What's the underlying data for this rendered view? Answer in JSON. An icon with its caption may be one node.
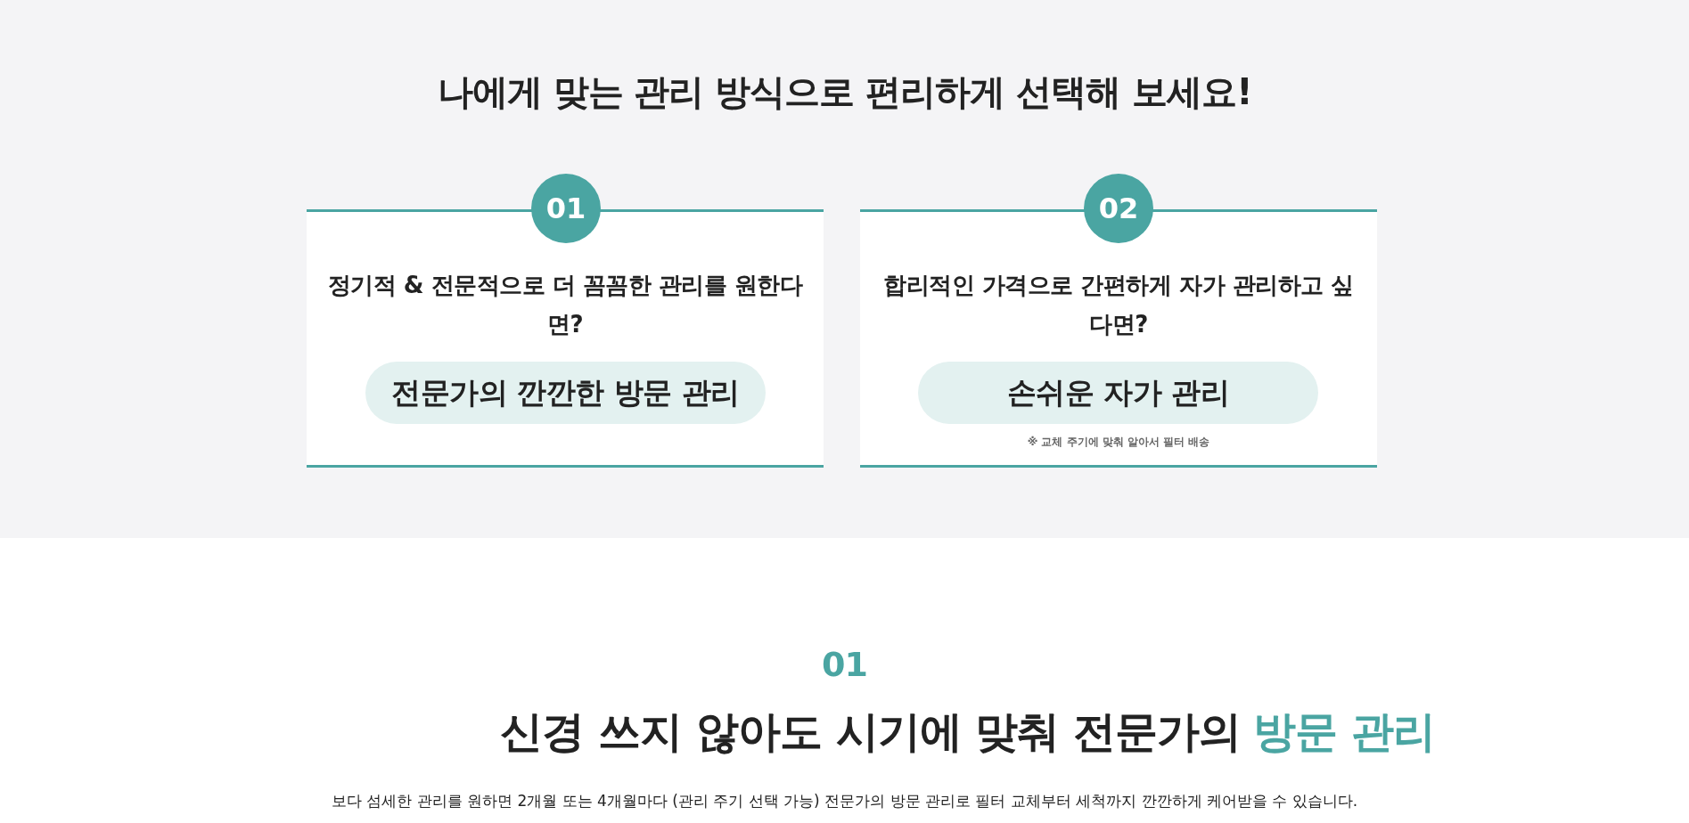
{
  "diagram": {
    "title": "나에게 맞는 관리 방식으로 편리하게 선택해 보세요!",
    "nodes": [
      {
        "text": [
          "01"
        ]
      },
      {
        "text": [
          "정기적 & 전문적으로 더 꼼꼼한 관리를 원한다면?"
        ]
      },
      {
        "text": [
          "전문가의 깐깐한 방문 관리"
        ],
        "in": 1
      },
      {
        "text": [
          "02"
        ]
      },
      {
        "text": [
          "합리적인 가격으로 간편하게 자가 관리하고 싶다면?",
          "※ 교체 주기에 맞춰 알아서 필터 배송"
        ]
      },
      {
        "text": [
          "손쉬운 자가 관리"
        ],
        "in": 4
      }
    ],
    "labels": [
      "01",
      "신경 쓰지 않아도 시기에 맞춰 전문가의",
      "방문 관리",
      "보다 섬세한 관리를 원하면 2개월 또는 4개월마다 (관리 주기 선택 가능) 전문가의 방문 관리로 필터 교체부터 세척까지 깐깐하게 케어받을 수 있습니다."
    ]
  }
}
